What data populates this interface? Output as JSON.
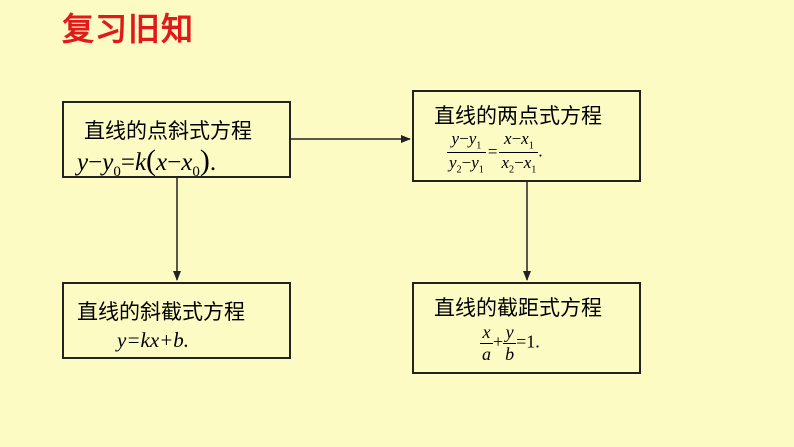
{
  "title": "复习旧知",
  "boxes": {
    "point_slope": {
      "label": "直线的点斜式方程"
    },
    "two_point": {
      "label": "直线的两点式方程"
    },
    "slope_intercept": {
      "label": "直线的斜截式方程",
      "formula": "y=kx+b."
    },
    "intercept": {
      "label": "直线的截距式方程"
    }
  },
  "colors": {
    "title": "#e01a1a",
    "background": "#fdfbc4",
    "line": "#222222"
  }
}
